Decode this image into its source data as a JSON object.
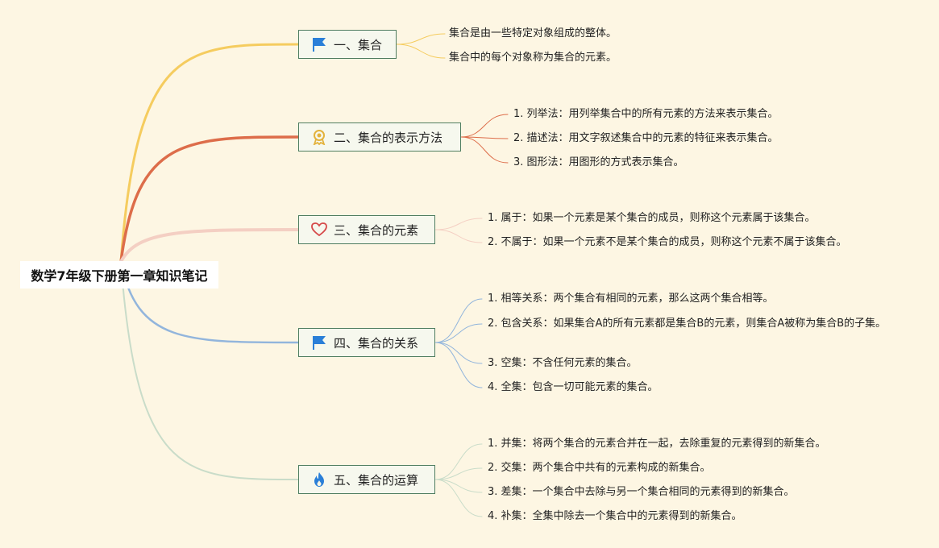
{
  "root": {
    "title": "数学7年级下册第一章知识笔记"
  },
  "colors": {
    "t1": "#f5cc5f",
    "t2": "#dd6d4a",
    "t3": "#f4cfc3",
    "t4": "#92b5dc",
    "t5": "#c9dcc9"
  },
  "topics": [
    {
      "label": "一、集合",
      "icon": "flag-icon",
      "children": [
        "集合是由一些特定对象组成的整体。",
        "集合中的每个对象称为集合的元素。"
      ]
    },
    {
      "label": "二、集合的表示方法",
      "icon": "award-icon",
      "children": [
        "1. 列举法：用列举集合中的所有元素的方法来表示集合。",
        "2. 描述法：用文字叙述集合中的元素的特征来表示集合。",
        "3. 图形法：用图形的方式表示集合。"
      ]
    },
    {
      "label": "三、集合的元素",
      "icon": "heart-icon",
      "children": [
        "1. 属于：如果一个元素是某个集合的成员，则称这个元素属于该集合。",
        "2. 不属于：如果一个元素不是某个集合的成员，则称这个元素不属于该集合。"
      ]
    },
    {
      "label": "四、集合的关系",
      "icon": "flag-icon",
      "children": [
        "1. 相等关系：两个集合有相同的元素，那么这两个集合相等。",
        "2. 包含关系：如果集合A的所有元素都是集合B的元素，则集合A被称为集合B的子集。",
        "3. 空集：不含任何元素的集合。",
        "4. 全集：包含一切可能元素的集合。"
      ]
    },
    {
      "label": "五、集合的运算",
      "icon": "fire-icon",
      "children": [
        "1. 并集：将两个集合的元素合并在一起，去除重复的元素得到的新集合。",
        "2. 交集：两个集合中共有的元素构成的新集合。",
        "3. 差集：一个集合中去除与另一个集合相同的元素得到的新集合。",
        "4. 补集：全集中除去一个集合中的元素得到的新集合。"
      ]
    }
  ]
}
